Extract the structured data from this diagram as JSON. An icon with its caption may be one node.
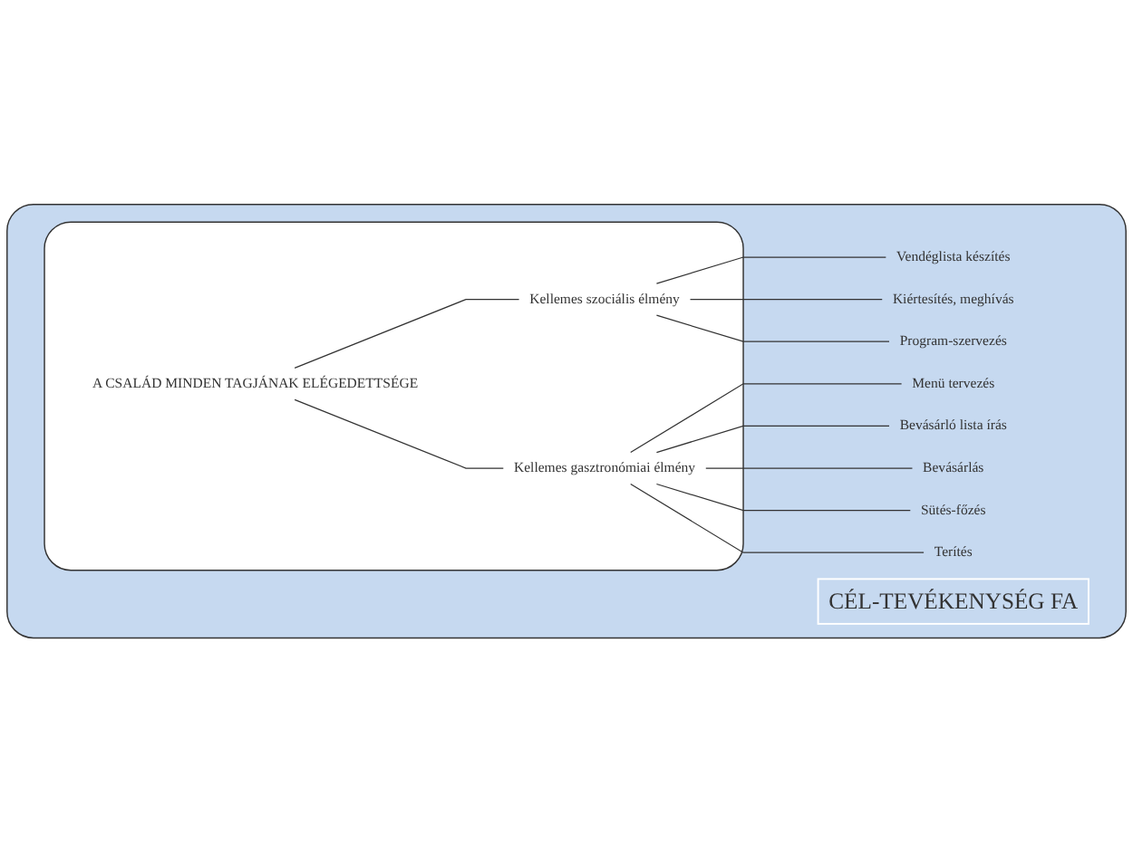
{
  "diagram": {
    "nodes": [
      {
        "text": [],
        "shape": "box"
      },
      {
        "text": [],
        "shape": "box",
        "in": 0
      },
      {
        "text": [
          "A CSALÁD MINDEN TAGJÁNAK ELÉGEDETTSÉGE"
        ],
        "in": 1
      },
      {
        "text": [
          "Kellemes szociális élmény"
        ],
        "in": 1
      },
      {
        "text": [
          "Kellemes gasztronómiai élmény"
        ],
        "in": 1
      },
      {
        "text": [
          "Vendéglista készítés"
        ],
        "in": 0
      },
      {
        "text": [
          "Kiértesítés, meghívás"
        ],
        "in": 0
      },
      {
        "text": [
          "Program-szervezés"
        ],
        "in": 0
      },
      {
        "text": [
          "Menü tervezés"
        ],
        "in": 0
      },
      {
        "text": [
          "Bevásárló lista írás"
        ],
        "in": 0
      },
      {
        "text": [
          "Bevásárlás"
        ],
        "in": 0
      },
      {
        "text": [
          "Sütés-főzés"
        ],
        "in": 0
      },
      {
        "text": [
          "Terítés"
        ],
        "in": 0
      },
      {
        "text": [
          "CÉL-TEVÉKENYSÉG FA"
        ],
        "in": 0
      }
    ],
    "edges": [
      {
        "from": 2,
        "to": 3,
        "arrow": "none"
      },
      {
        "from": 2,
        "to": 4,
        "arrow": "none"
      },
      {
        "from": 3,
        "to": 5,
        "arrow": "none"
      },
      {
        "from": 3,
        "to": 6,
        "arrow": "none"
      },
      {
        "from": 3,
        "to": 7,
        "arrow": "none"
      },
      {
        "from": 4,
        "to": 8,
        "arrow": "none"
      },
      {
        "from": 4,
        "to": 9,
        "arrow": "none"
      },
      {
        "from": 4,
        "to": 10,
        "arrow": "none"
      },
      {
        "from": 4,
        "to": 11,
        "arrow": "none"
      },
      {
        "from": 4,
        "to": 12,
        "arrow": "none"
      }
    ]
  }
}
